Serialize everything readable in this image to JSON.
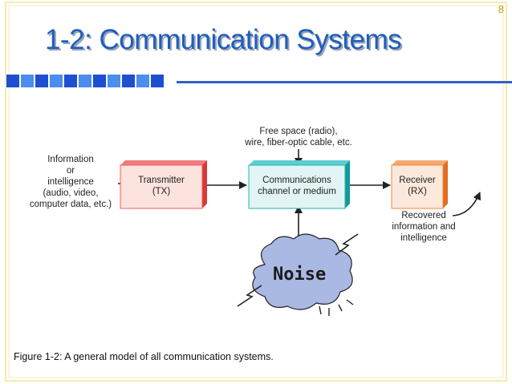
{
  "page_number": "8",
  "title": "1-2: Communication Systems",
  "decor": {
    "squares": 11,
    "square_colors": [
      "#1f4fd1",
      "#4b8df0"
    ],
    "rule_color": "#2e62c4",
    "border_color": "#f3ecb4"
  },
  "diagram": {
    "info_lines": [
      "Information",
      "or",
      "intelligence",
      "(audio, video,",
      "computer data, etc.)"
    ],
    "transmitter_lines": [
      "Transmitter",
      "(TX)"
    ],
    "channel_lines": [
      "Communications",
      "channel or medium"
    ],
    "receiver_lines": [
      "Receiver",
      "(RX)"
    ],
    "medium_lines": [
      "Free space (radio),",
      "wire, fiber-optic cable, etc."
    ],
    "recovered_lines": [
      "Recovered",
      "information and",
      "intelligence"
    ],
    "noise_label": "Noise",
    "colors": {
      "transmitter": "#f25b5b",
      "channel": "#1fb3b5",
      "receiver": "#f08a3c",
      "noise_cloud": "#a9b9e4"
    }
  },
  "caption": "Figure 1-2: A general model of all communication systems."
}
